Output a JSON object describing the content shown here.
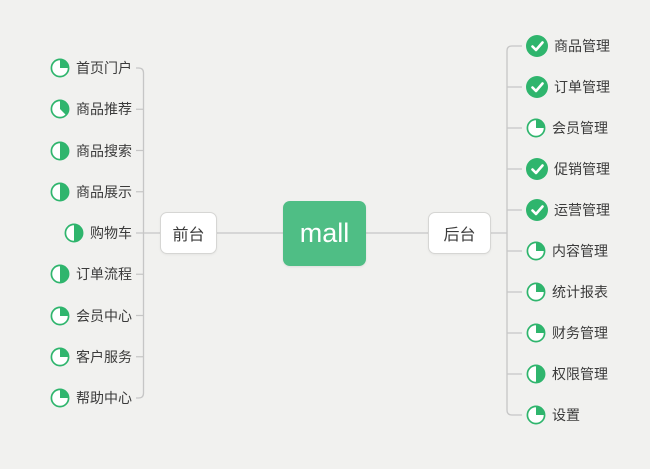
{
  "root": {
    "label": "mall"
  },
  "branches": {
    "left": {
      "label": "前台",
      "items": [
        {
          "label": "首页门户",
          "icon": "pie",
          "progress": 25
        },
        {
          "label": "商品推荐",
          "icon": "pie",
          "progress": 37.5
        },
        {
          "label": "商品搜索",
          "icon": "pie",
          "progress": 50
        },
        {
          "label": "商品展示",
          "icon": "pie",
          "progress": 50
        },
        {
          "label": "购物车",
          "icon": "pie",
          "progress": 50
        },
        {
          "label": "订单流程",
          "icon": "pie",
          "progress": 50
        },
        {
          "label": "会员中心",
          "icon": "pie",
          "progress": 25
        },
        {
          "label": "客户服务",
          "icon": "pie",
          "progress": 25
        },
        {
          "label": "帮助中心",
          "icon": "pie",
          "progress": 25
        }
      ]
    },
    "right": {
      "label": "后台",
      "items": [
        {
          "label": "商品管理",
          "icon": "check"
        },
        {
          "label": "订单管理",
          "icon": "check"
        },
        {
          "label": "会员管理",
          "icon": "pie",
          "progress": 25
        },
        {
          "label": "促销管理",
          "icon": "check"
        },
        {
          "label": "运营管理",
          "icon": "check"
        },
        {
          "label": "内容管理",
          "icon": "pie",
          "progress": 25
        },
        {
          "label": "统计报表",
          "icon": "pie",
          "progress": 25
        },
        {
          "label": "财务管理",
          "icon": "pie",
          "progress": 25
        },
        {
          "label": "权限管理",
          "icon": "pie",
          "progress": 50
        },
        {
          "label": "设置",
          "icon": "pie",
          "progress": 25
        }
      ]
    }
  },
  "colors": {
    "accent_green": "#2fb56d",
    "root_green": "#4fbe85",
    "line_gray": "#c6c6c6",
    "background": "#f1f1ef"
  }
}
